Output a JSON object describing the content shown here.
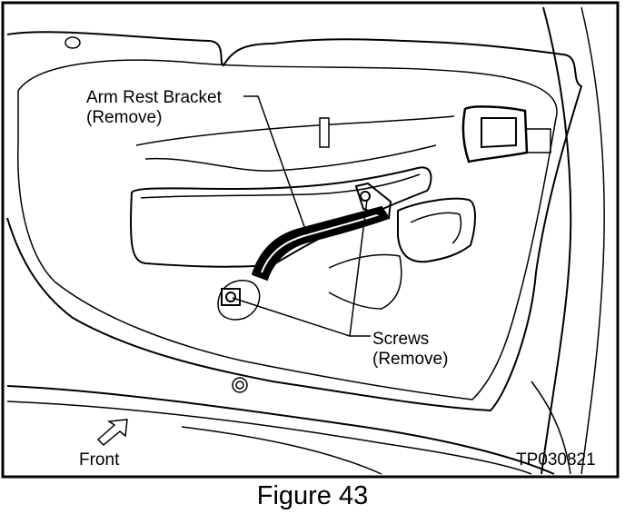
{
  "labels": {
    "arm_rest_bracket": "Arm Rest Bracket",
    "arm_rest_bracket_action": "(Remove)",
    "screws": "Screws",
    "screws_action": "(Remove)",
    "front": "Front",
    "figure_code": "TP030821"
  },
  "caption": "Figure 43",
  "colors": {
    "ink": "#000000",
    "paper": "#ffffff"
  },
  "icons": {
    "front_direction": "arrow-up-right-icon"
  }
}
